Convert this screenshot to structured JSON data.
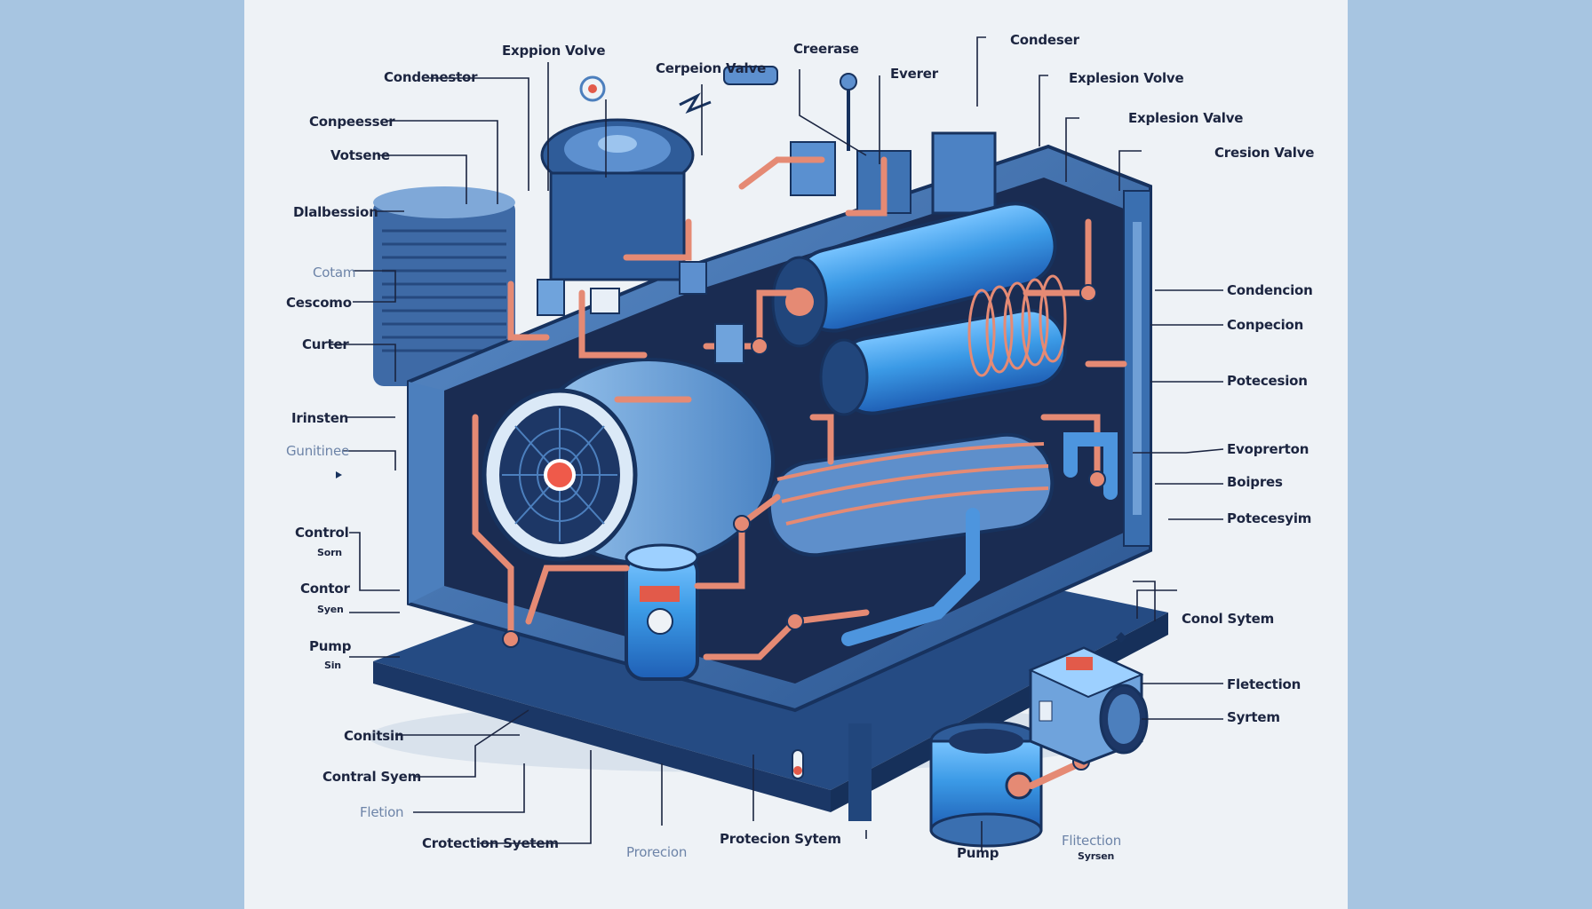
{
  "labels_left": [
    "Condenestor",
    "Conpeesser",
    "Votsene",
    "Dlalbession",
    "Cotam",
    "Cescomo",
    "Curter",
    "Irinsten",
    "Gunitinee",
    "Control",
    "Sorn",
    "Contor",
    "Syen",
    "Pump",
    "Sin",
    "Conitsin",
    "Contral Syem",
    "Fletion",
    "Crotection Syetem"
  ],
  "labels_top": [
    "Exppion Volve",
    "Cerpeion Valve",
    "Creerase",
    "Everer",
    "Condeser",
    "Explesion Volve",
    "Explesion Valve",
    "Cresion Valve"
  ],
  "labels_right": [
    "Condencion",
    "Conpecion",
    "Potecesion",
    "Evoprerton",
    "Boipres",
    "Potecesyim",
    "Conol Sytem",
    "Fletection",
    "Syrtem"
  ],
  "labels_bottom": [
    "Prorecion",
    "Protecion Sytem",
    "Pump",
    "Flitection",
    "Syrsen"
  ],
  "colors": {
    "background": "#eef2f6",
    "frame": "#a7c5e1",
    "cabinet": "#3a6fb0",
    "cabinet_dark": "#1e3f7a",
    "tank_blue": "#3b9ae6",
    "pipe_copper": "#e58a74",
    "ink": "#1c2540"
  }
}
